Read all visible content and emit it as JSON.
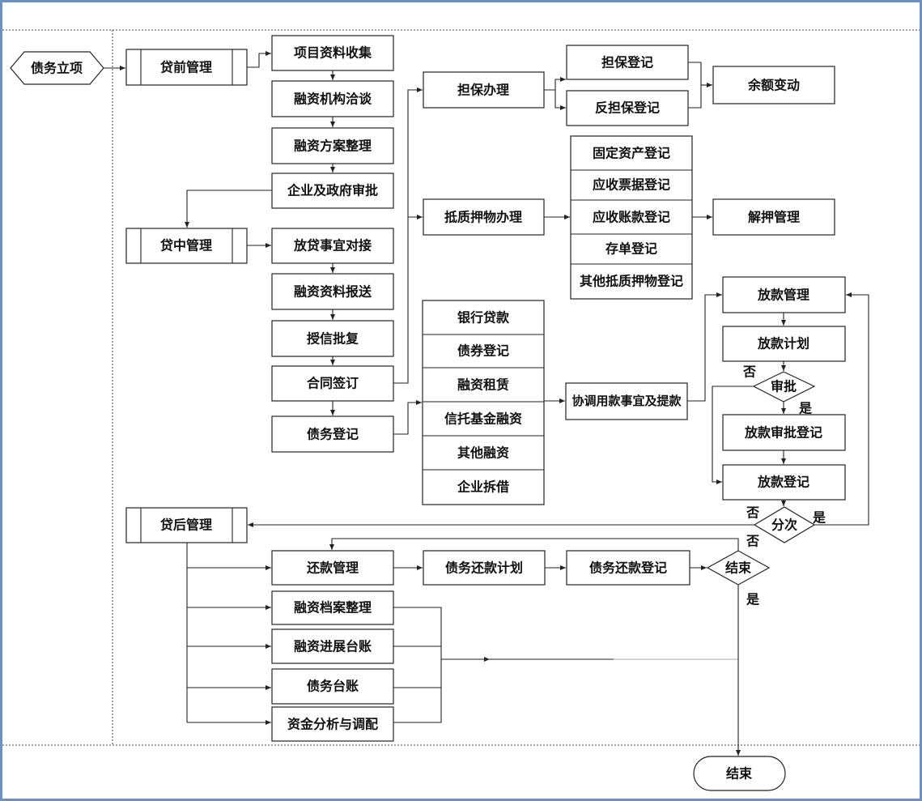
{
  "start": "债务立项",
  "phases": {
    "pre": "贷前管理",
    "mid": "贷中管理",
    "post": "贷后管理"
  },
  "pre_steps": [
    "项目资料收集",
    "融资机构洽谈",
    "融资方案整理",
    "企业及政府审批"
  ],
  "mid_steps": [
    "放贷事宜对接",
    "融资资料报送",
    "授信批复",
    "合同签订",
    "债务登记"
  ],
  "guarantee": {
    "handle": "担保办理",
    "register": "担保登记",
    "counter": "反担保登记",
    "balance": "余额变动"
  },
  "pledge": {
    "handle": "抵质押物办理",
    "items": [
      "固定资产登记",
      "应收票据登记",
      "应收账款登记",
      "存单登记",
      "其他抵质押物登记"
    ],
    "release": "解押管理"
  },
  "finance_types": [
    "银行贷款",
    "债券登记",
    "融资租赁",
    "信托基金融资",
    "其他融资",
    "企业拆借"
  ],
  "coordinate": "协调用款事宜及提款",
  "loan": {
    "manage": "放款管理",
    "plan": "放款计划",
    "approve": "审批",
    "approve_register": "放款审批登记",
    "register": "放款登记",
    "batch": "分次"
  },
  "repay": {
    "manage": "还款管理",
    "plan": "债务还款计划",
    "register": "债务还款登记",
    "finish": "结束"
  },
  "post_steps": [
    "融资档案整理",
    "融资进展台账",
    "债务台账",
    "资金分析与调配"
  ],
  "end": "结束",
  "yes": "是",
  "no": "否"
}
